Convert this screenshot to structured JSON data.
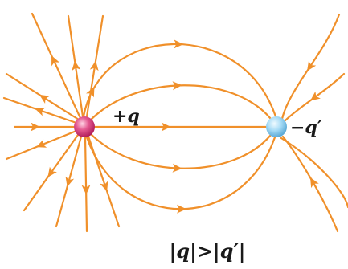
{
  "diagram": {
    "positive_charge_label": "+q",
    "negative_charge_label": "−q′",
    "caption": "|q|>|q′|",
    "colors": {
      "field_line": "#f0902a",
      "positive_charge": "#e0427a",
      "negative_charge": "#7cc4ee",
      "text": "#1a1a1a"
    }
  }
}
